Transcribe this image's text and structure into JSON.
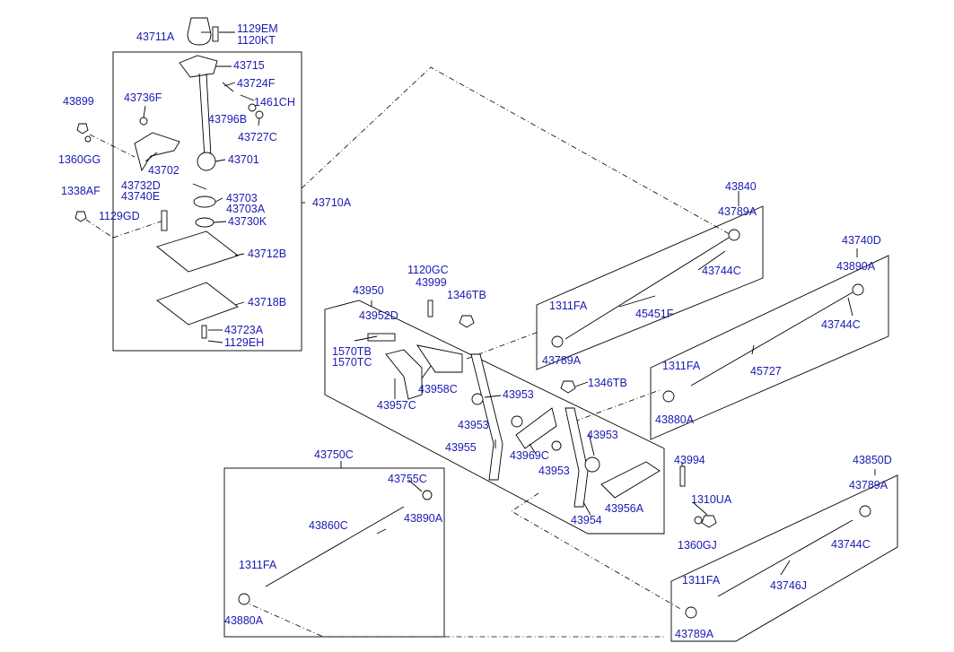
{
  "labels": {
    "l43711A": "43711A",
    "l1129EM": "1129EM",
    "l1120KT": "1120KT",
    "l43715": "43715",
    "l43724F": "43724F",
    "l43736F": "43736F",
    "l43796B": "43796B",
    "l1461CH": "1461CH",
    "l43727C": "43727C",
    "l43899": "43899",
    "l1360GG": "1360GG",
    "l43702": "43702",
    "l43701": "43701",
    "l43732D": "43732D",
    "l43740E": "43740E",
    "l1338AF": "1338AF",
    "l1129GD": "1129GD",
    "l43703": "43703",
    "l43703A": "43703A",
    "l43730K": "43730K",
    "l43710A": "43710A",
    "l43712B": "43712B",
    "l43718B": "43718B",
    "l43723A": "43723A",
    "l1129EH": "1129EH",
    "l43840": "43840",
    "l43789A_1": "43789A",
    "l43744C_1": "43744C",
    "l1311FA_1": "1311FA",
    "l45451F": "45451F",
    "l43789A_2": "43789A",
    "l43740D": "43740D",
    "l43890A_1": "43890A",
    "l43744C_2": "43744C",
    "l1311FA_2": "1311FA",
    "l45727": "45727",
    "l43880A_1": "43880A",
    "l1120GC": "1120GC",
    "l43999": "43999",
    "l1346TB_1": "1346TB",
    "l43950": "43950",
    "l43952D": "43952D",
    "l1570TB": "1570TB",
    "l1570TC": "1570TC",
    "l43958C": "43958C",
    "l43957C": "43957C",
    "l43953_1": "43953",
    "l43953_2": "43953",
    "l1346TB_2": "1346TB",
    "l43955": "43955",
    "l43969C": "43969C",
    "l43953_3": "43953",
    "l43953_4": "43953",
    "l43994": "43994",
    "l43954": "43954",
    "l43956A": "43956A",
    "l1310UA": "1310UA",
    "l1360GJ": "1360GJ",
    "l43750C": "43750C",
    "l43755C": "43755C",
    "l43890A_2": "43890A",
    "l43860C": "43860C",
    "l1311FA_3": "1311FA",
    "l43880A_2": "43880A",
    "l43850D": "43850D",
    "l43789A_3": "43789A",
    "l43744C_3": "43744C",
    "l1311FA_4": "1311FA",
    "l43746J": "43746J",
    "l43789A_4": "43789A"
  }
}
